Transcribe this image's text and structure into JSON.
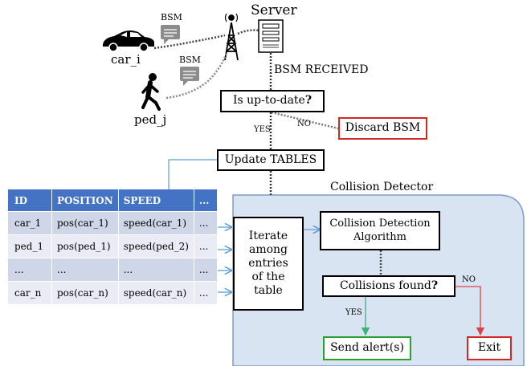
{
  "server_label": "Server",
  "car_label": "car_i",
  "ped_label": "ped_j",
  "bsm_bubble_car": "BSM",
  "bsm_bubble_ped": "BSM",
  "bsm_received": "BSM RECEIVED",
  "uptodate": {
    "text": "Is up-to-date",
    "mark": "?"
  },
  "yes_top": "YES",
  "no_top": "NO",
  "discard": "Discard BSM",
  "update_tables": "Update TABLES",
  "collision_detector": "Collision Detector",
  "iterate": {
    "lines": [
      "Iterate",
      "among",
      "entries",
      "of the",
      "table"
    ]
  },
  "algorithm": {
    "lines": [
      "Collision Detection",
      "Algorithm"
    ]
  },
  "collisions": {
    "text": "Collisions found",
    "mark": "?"
  },
  "yes_bottom": "YES",
  "no_bottom": "NO",
  "send_alert": "Send alert(s)",
  "exit": "Exit",
  "table": {
    "headers": [
      "ID",
      "POSITION",
      "SPEED",
      "..."
    ],
    "rows": [
      [
        "car_1",
        "pos(car_1)",
        "speed(car_1)",
        "..."
      ],
      [
        "ped_1",
        "pos(ped_1)",
        "speed(ped_2)",
        "..."
      ],
      [
        "...",
        "...",
        "...",
        "..."
      ],
      [
        "car_n",
        "pos(car_n)",
        "speed(car_n)",
        "..."
      ]
    ]
  },
  "colors": {
    "detector_fill": "#d9e4f2",
    "detector_border": "#7f9cc6",
    "table_header": "#4472c4",
    "discard_border": "#d62728",
    "send_alert_border": "#2ca02c",
    "exit_border": "#d62728",
    "arrow_blue": "#5b9bd5",
    "yes_arrow": "#3cb371",
    "no_arrow": "#e04040"
  }
}
